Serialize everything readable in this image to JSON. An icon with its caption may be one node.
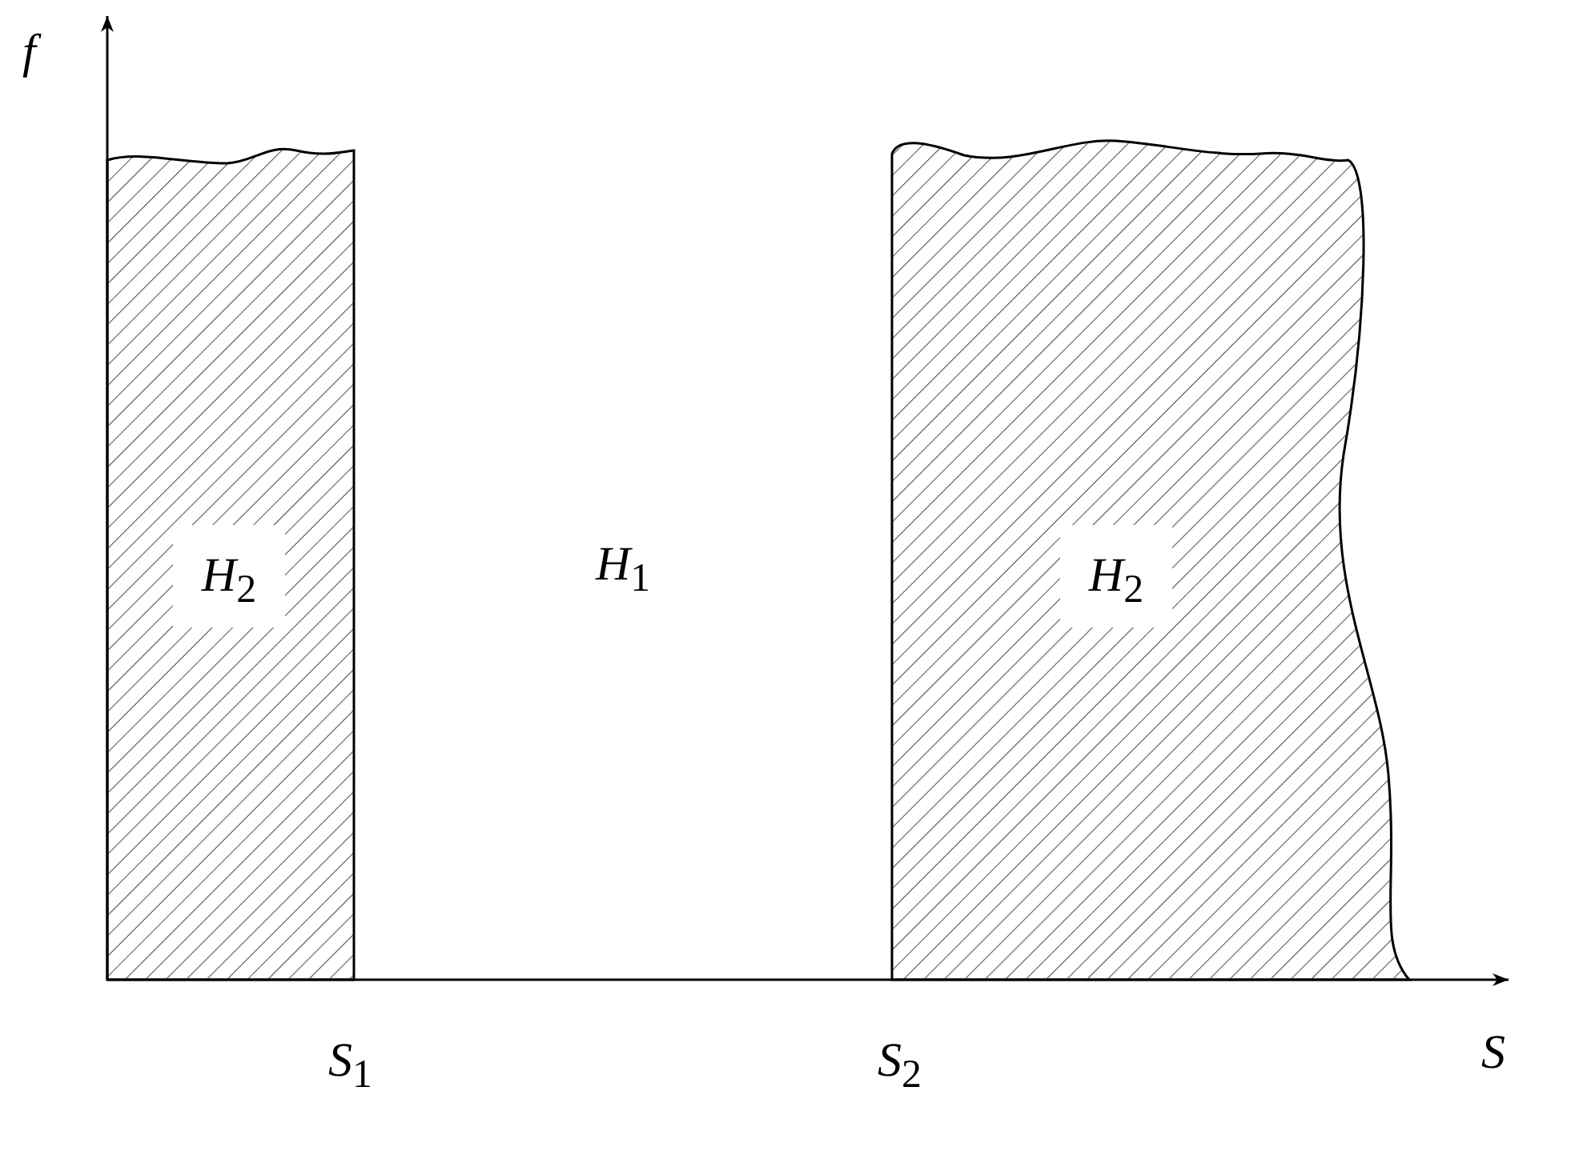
{
  "diagram": {
    "nodes": [
      {
        "text": [
          "*H*$_{2}$"
        ]
      },
      {
        "text": [
          "*H*$_{2}$"
        ]
      }
    ],
    "edges": [],
    "labels": [
      "f",
      "*H*$_{1}$",
      "*S*$_{1}$",
      "*S*$_{2}$",
      "S"
    ]
  }
}
